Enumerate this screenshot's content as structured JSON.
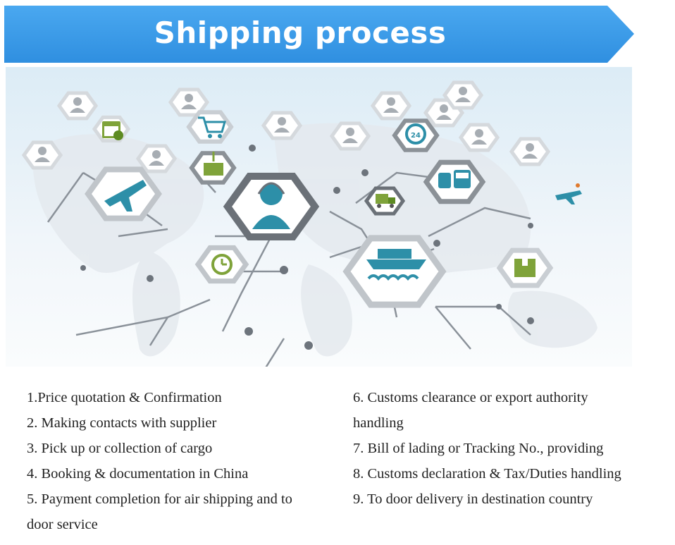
{
  "header": {
    "title": "Shipping process",
    "color": "#3a9bea"
  },
  "diagram": {
    "icons": [
      "calendar-icon",
      "shopping-cart-icon",
      "crate-icon",
      "airplane-icon",
      "customer-service-icon",
      "truck-icon",
      "24h-service-icon",
      "train-icon",
      "cargo-ship-icon",
      "stopwatch-icon",
      "package-icon",
      "small-plane-icon",
      "person-icon"
    ]
  },
  "steps_left": [
    "1.Price quotation & Confirmation",
    "2. Making contacts with supplier",
    "3. Pick up or collection of cargo",
    "4. Booking & documentation in China",
    "5. Payment completion for air shipping and to",
    "door service"
  ],
  "steps_right": [
    "6. Customs clearance or export authority",
    "handling",
    "7. Bill of lading or Tracking No., providing",
    "8. Customs declaration & Tax/Duties handling",
    "9. To door delivery in destination country"
  ]
}
